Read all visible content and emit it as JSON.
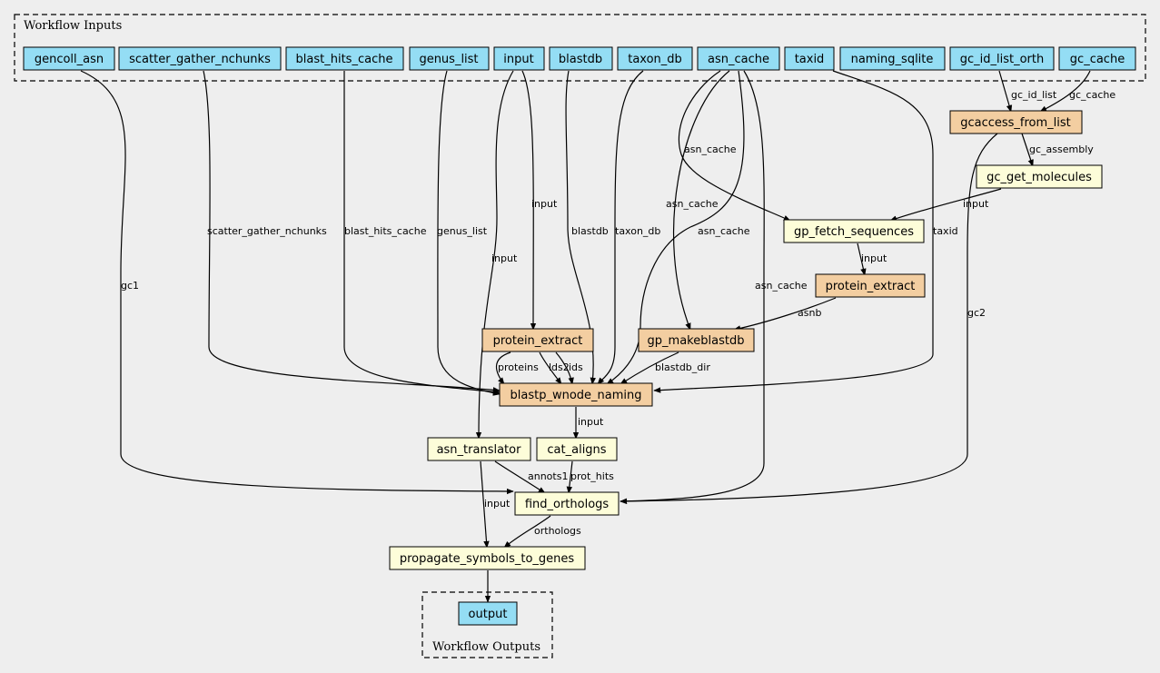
{
  "clusters": {
    "inputs_title": "Workflow Inputs",
    "outputs_title": "Workflow Outputs"
  },
  "inputs": {
    "gencoll_asn": "gencoll_asn",
    "scatter_gather_nchunks": "scatter_gather_nchunks",
    "blast_hits_cache": "blast_hits_cache",
    "genus_list": "genus_list",
    "input": "input",
    "blastdb": "blastdb",
    "taxon_db": "taxon_db",
    "asn_cache": "asn_cache",
    "taxid": "taxid",
    "naming_sqlite": "naming_sqlite",
    "gc_id_list_orth": "gc_id_list_orth",
    "gc_cache": "gc_cache"
  },
  "steps": {
    "gcaccess_from_list": "gcaccess_from_list",
    "gc_get_molecules": "gc_get_molecules",
    "gp_fetch_sequences": "gp_fetch_sequences",
    "protein_extract_right": "protein_extract",
    "protein_extract_left": "protein_extract",
    "gp_makeblastdb": "gp_makeblastdb",
    "blastp_wnode_naming": "blastp_wnode_naming",
    "asn_translator": "asn_translator",
    "cat_aligns": "cat_aligns",
    "find_orthologs": "find_orthologs",
    "propagate_symbols_to_genes": "propagate_symbols_to_genes"
  },
  "outputs": {
    "output": "output"
  },
  "edge_labels": {
    "gc_id_list": "gc_id_list",
    "gc_cache": "gc_cache",
    "gc_assembly": "gc_assembly",
    "input_gcget_fetch": "input",
    "asn_cache_fetch": "asn_cache",
    "input_fetch_protextract": "input",
    "asnb": "asnb",
    "asn_cache_makeblastdb": "asn_cache",
    "scatter_gather_nchunks": "scatter_gather_nchunks",
    "blast_hits_cache": "blast_hits_cache",
    "genus_list": "genus_list",
    "input_to_protextract": "input",
    "input_to_translator": "input",
    "blastdb": "blastdb",
    "taxon_db": "taxon_db",
    "asn_cache_blastp": "asn_cache",
    "taxid": "taxid",
    "gc1": "gc1",
    "gc2": "gc2",
    "asn_cache_find": "asn_cache",
    "proteins": "proteins",
    "lds2": "lds2",
    "ids": "ids",
    "blastdb_dir": "blastdb_dir",
    "input_blastp_cat": "input",
    "annots1": "annots1",
    "prot_hits": "prot_hits",
    "input_translator_propagate": "input",
    "orthologs": "orthologs"
  }
}
